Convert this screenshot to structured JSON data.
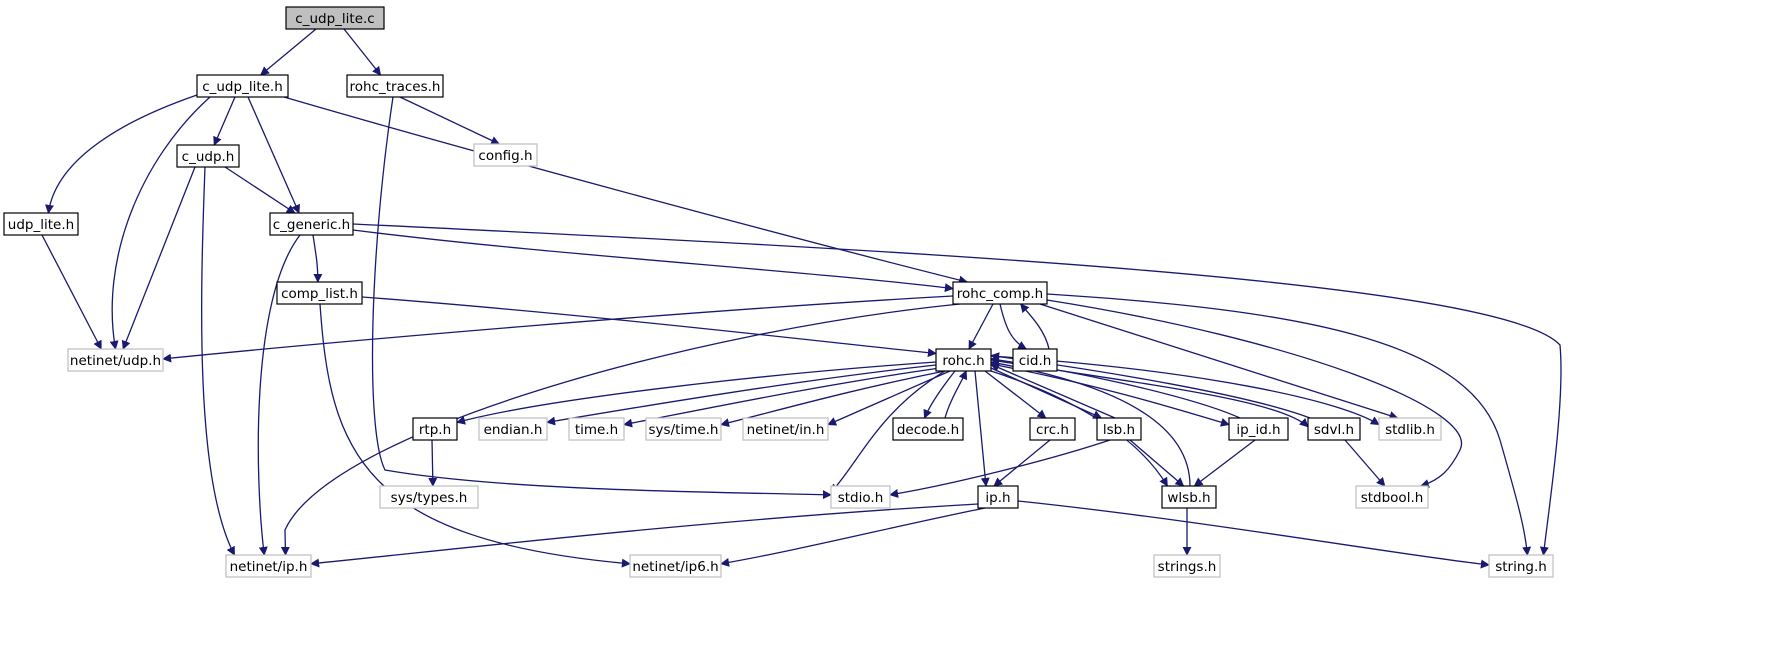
{
  "colors": {
    "edge": "#191970",
    "node_border": "#000000",
    "external_border": "#bfbfbf",
    "root_fill": "#bfbfbf",
    "node_fill": "#ffffff",
    "text": "#000000"
  },
  "nodes": {
    "c_udp_lite_c": {
      "label": "c_udp_lite.c",
      "kind": "root"
    },
    "c_udp_lite_h": {
      "label": "c_udp_lite.h",
      "kind": "internal"
    },
    "rohc_traces_h": {
      "label": "rohc_traces.h",
      "kind": "internal"
    },
    "config_h": {
      "label": "config.h",
      "kind": "external"
    },
    "c_udp_h": {
      "label": "c_udp.h",
      "kind": "internal"
    },
    "udp_lite_h": {
      "label": "udp_lite.h",
      "kind": "internal"
    },
    "c_generic_h": {
      "label": "c_generic.h",
      "kind": "internal"
    },
    "comp_list_h": {
      "label": "comp_list.h",
      "kind": "internal"
    },
    "rohc_comp_h": {
      "label": "rohc_comp.h",
      "kind": "internal"
    },
    "netinet_udp_h": {
      "label": "netinet/udp.h",
      "kind": "external"
    },
    "rohc_h": {
      "label": "rohc.h",
      "kind": "internal"
    },
    "cid_h": {
      "label": "cid.h",
      "kind": "internal"
    },
    "rtp_h": {
      "label": "rtp.h",
      "kind": "internal"
    },
    "endian_h": {
      "label": "endian.h",
      "kind": "external"
    },
    "time_h": {
      "label": "time.h",
      "kind": "external"
    },
    "sys_time_h": {
      "label": "sys/time.h",
      "kind": "external"
    },
    "netinet_in_h": {
      "label": "netinet/in.h",
      "kind": "external"
    },
    "decode_h": {
      "label": "decode.h",
      "kind": "internal"
    },
    "crc_h": {
      "label": "crc.h",
      "kind": "internal"
    },
    "lsb_h": {
      "label": "lsb.h",
      "kind": "internal"
    },
    "ip_id_h": {
      "label": "ip_id.h",
      "kind": "internal"
    },
    "sdvl_h": {
      "label": "sdvl.h",
      "kind": "internal"
    },
    "stdlib_h": {
      "label": "stdlib.h",
      "kind": "external"
    },
    "sys_types_h": {
      "label": "sys/types.h",
      "kind": "external"
    },
    "stdio_h": {
      "label": "stdio.h",
      "kind": "external"
    },
    "ip_h": {
      "label": "ip.h",
      "kind": "internal"
    },
    "wlsb_h": {
      "label": "wlsb.h",
      "kind": "internal"
    },
    "stdbool_h": {
      "label": "stdbool.h",
      "kind": "external"
    },
    "netinet_ip_h": {
      "label": "netinet/ip.h",
      "kind": "external"
    },
    "netinet_ip6_h": {
      "label": "netinet/ip6.h",
      "kind": "external"
    },
    "strings_h": {
      "label": "strings.h",
      "kind": "external"
    },
    "string_h": {
      "label": "string.h",
      "kind": "external"
    }
  },
  "edges": [
    [
      "c_udp_lite_c",
      "c_udp_lite_h"
    ],
    [
      "c_udp_lite_c",
      "rohc_traces_h"
    ],
    [
      "c_udp_lite_h",
      "udp_lite_h"
    ],
    [
      "c_udp_lite_h",
      "netinet_udp_h"
    ],
    [
      "c_udp_lite_h",
      "c_udp_h"
    ],
    [
      "c_udp_lite_h",
      "c_generic_h"
    ],
    [
      "c_udp_lite_h",
      "rohc_comp_h"
    ],
    [
      "rohc_traces_h",
      "config_h"
    ],
    [
      "rohc_traces_h",
      "stdio_h"
    ],
    [
      "c_udp_h",
      "c_generic_h"
    ],
    [
      "c_udp_h",
      "netinet_udp_h"
    ],
    [
      "c_udp_h",
      "netinet_ip_h"
    ],
    [
      "udp_lite_h",
      "netinet_udp_h"
    ],
    [
      "c_generic_h",
      "comp_list_h"
    ],
    [
      "c_generic_h",
      "rohc_comp_h"
    ],
    [
      "c_generic_h",
      "netinet_ip_h"
    ],
    [
      "c_generic_h",
      "string_h"
    ],
    [
      "comp_list_h",
      "rohc_h"
    ],
    [
      "comp_list_h",
      "netinet_ip6_h"
    ],
    [
      "rohc_comp_h",
      "netinet_udp_h"
    ],
    [
      "rohc_comp_h",
      "rohc_h"
    ],
    [
      "rohc_comp_h",
      "cid_h"
    ],
    [
      "rohc_comp_h",
      "netinet_ip_h"
    ],
    [
      "rohc_comp_h",
      "stdlib_h"
    ],
    [
      "rohc_comp_h",
      "stdbool_h"
    ],
    [
      "rohc_comp_h",
      "string_h"
    ],
    [
      "cid_h",
      "rohc_comp_h"
    ],
    [
      "rohc_h",
      "rtp_h"
    ],
    [
      "rohc_h",
      "endian_h"
    ],
    [
      "rohc_h",
      "time_h"
    ],
    [
      "rohc_h",
      "sys_time_h"
    ],
    [
      "rohc_h",
      "netinet_in_h"
    ],
    [
      "rohc_h",
      "decode_h"
    ],
    [
      "rohc_h",
      "crc_h"
    ],
    [
      "rohc_h",
      "lsb_h"
    ],
    [
      "rohc_h",
      "wlsb_h"
    ],
    [
      "rohc_h",
      "ip_id_h"
    ],
    [
      "rohc_h",
      "sdvl_h"
    ],
    [
      "rohc_h",
      "stdlib_h"
    ],
    [
      "rohc_h",
      "stdio_h"
    ],
    [
      "rohc_h",
      "ip_h"
    ],
    [
      "decode_h",
      "rohc_h"
    ],
    [
      "lsb_h",
      "rohc_h"
    ],
    [
      "lsb_h",
      "stdio_h"
    ],
    [
      "lsb_h",
      "wlsb_h"
    ],
    [
      "wlsb_h",
      "rohc_h"
    ],
    [
      "ip_id_h",
      "rohc_h"
    ],
    [
      "ip_id_h",
      "wlsb_h"
    ],
    [
      "sdvl_h",
      "rohc_h"
    ],
    [
      "sdvl_h",
      "stdbool_h"
    ],
    [
      "rtp_h",
      "sys_types_h"
    ],
    [
      "crc_h",
      "ip_h"
    ],
    [
      "ip_h",
      "netinet_ip_h"
    ],
    [
      "ip_h",
      "netinet_ip6_h"
    ],
    [
      "ip_h",
      "string_h"
    ],
    [
      "wlsb_h",
      "strings_h"
    ]
  ]
}
